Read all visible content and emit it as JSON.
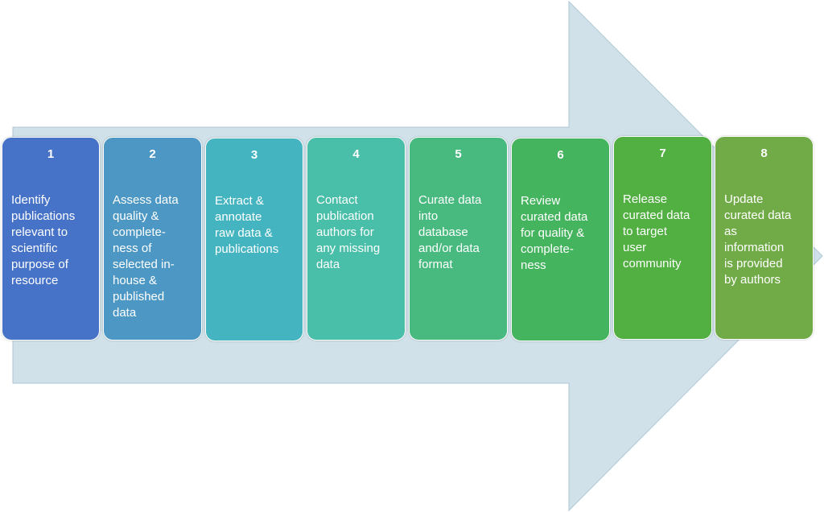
{
  "colors": {
    "arrow": "#d0e1ea",
    "arrow_stroke": "#aec8d6",
    "step_1": "#4672c7",
    "step_2": "#4c97c3",
    "step_3": "#45b4c1",
    "step_4": "#49bea8",
    "step_5": "#48ba7f",
    "step_6": "#45b45e",
    "step_7": "#51b041",
    "step_8": "#71ab47"
  },
  "steps": [
    {
      "number": "1",
      "text": "Identify\npublications\nrelevant to\nscientific\npurpose of\nresource"
    },
    {
      "number": "2",
      "text": "Assess data\nquality &\ncomplete-\nness of\nselected in-\nhouse &\npublished\ndata"
    },
    {
      "number": "3",
      "text": "Extract &\nannotate\nraw data &\npublications"
    },
    {
      "number": "4",
      "text": "Contact\npublication\nauthors for\nany missing\ndata"
    },
    {
      "number": "5",
      "text": "Curate data\ninto\ndatabase\nand/or data\nformat"
    },
    {
      "number": "6",
      "text": "Review\ncurated data\nfor quality &\ncomplete-\nness"
    },
    {
      "number": "7",
      "text": "Release\ncurated data\nto target\nuser\ncommunity"
    },
    {
      "number": "8",
      "text": "Update\ncurated data\nas\ninformation\nis provided\nby authors"
    }
  ]
}
